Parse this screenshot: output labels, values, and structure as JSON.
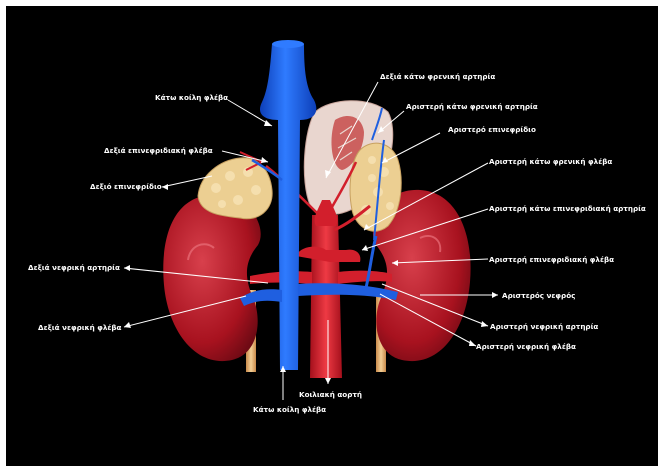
{
  "labels": {
    "ivc_top": "Κάτω κοίλη φλέβα",
    "right_inferior_phrenic_artery": "Δεξιά κάτω φρενική αρτηρία",
    "left_inferior_phrenic_artery": "Αριστερή κάτω φρενική αρτηρία",
    "left_adrenal": "Αριστερό επινεφρίδιο",
    "right_adrenal_vein": "Δεξιά επινεφριδιακή φλέβα",
    "left_inferior_phrenic_vein": "Αριστερή κάτω φρενική φλέβα",
    "right_adrenal": "Δεξιό επινεφρίδιο",
    "left_inferior_adrenal_artery": "Αριστερή κάτω επινεφριδιακή αρτηρία",
    "right_renal_artery": "Δεξιά νεφρική αρτηρία",
    "left_adrenal_vein": "Αριστερή επινεφριδιακή φλέβα",
    "left_kidney": "Αριστερός νεφρός",
    "right_renal_vein": "Δεξιά νεφρική φλέβα",
    "left_renal_artery": "Αριστερή νεφρική αρτηρία",
    "left_renal_vein": "Αριστερή νεφρική φλέβα",
    "abdominal_aorta": "Κοιλιακή αορτή",
    "ivc_bottom": "Κάτω κοίλη φλέβα"
  },
  "colors": {
    "background": "#000000",
    "vein": "#1f5fe0",
    "artery": "#d81d2a",
    "kidney": "#b8162a",
    "adrenal": "#e8c98a",
    "label": "#ffffff"
  }
}
